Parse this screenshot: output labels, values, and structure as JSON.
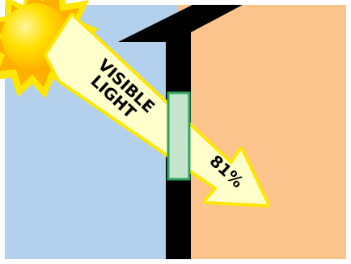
{
  "diagram": {
    "arrow_label_line1": "VISIBLE",
    "arrow_label_line2": "LIGHT",
    "transmission_label": "81%",
    "icons": {
      "sun": "sun-icon",
      "arrow": "light-arrow-icon",
      "window": "window-pane-icon"
    },
    "colors": {
      "sky": "#b3d1ec",
      "interior": "#fbc48c",
      "wall": "#000000",
      "sun_core": "#ffd21a",
      "sun_rays": "#ffb000",
      "arrow_fill": "#ffffcc",
      "arrow_glow": "#ffe600",
      "glass_fill": "#c5e6cd",
      "glass_frame": "#2fa35a"
    }
  }
}
